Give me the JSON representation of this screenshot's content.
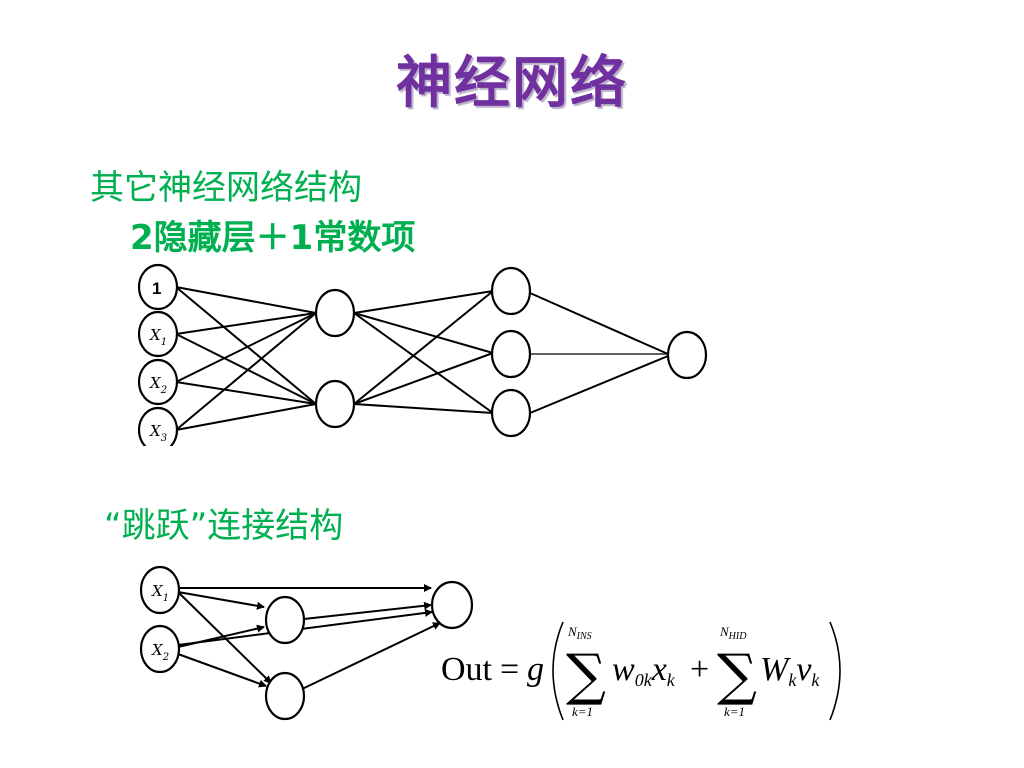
{
  "slide": {
    "title": "神经网络",
    "subtitle1": "其它神经网络结构",
    "subtitle2": "2隐藏层＋1常数项",
    "subtitle3": "“跳跃”连接结构"
  },
  "diagram1": {
    "bias_label": "1",
    "inputs": [
      {
        "var": "X",
        "sub": "1"
      },
      {
        "var": "X",
        "sub": "2"
      },
      {
        "var": "X",
        "sub": "3"
      }
    ]
  },
  "diagram2": {
    "inputs": [
      {
        "var": "X",
        "sub": "1"
      },
      {
        "var": "X",
        "sub": "2"
      }
    ]
  },
  "formula": {
    "lhs": "Out",
    "equals": "=",
    "func": "g",
    "sum1_upper": "N",
    "sum1_upper_sub": "INS",
    "sum1_lower": "k=1",
    "term1_w": "w",
    "term1_w_sub": "0k",
    "term1_x": "x",
    "term1_x_sub": "k",
    "plus": "+",
    "sum2_upper": "N",
    "sum2_upper_sub": "HID",
    "sum2_lower": "k=1",
    "term2_W": "W",
    "term2_W_sub": "k",
    "term2_v": "v",
    "term2_v_sub": "k"
  }
}
